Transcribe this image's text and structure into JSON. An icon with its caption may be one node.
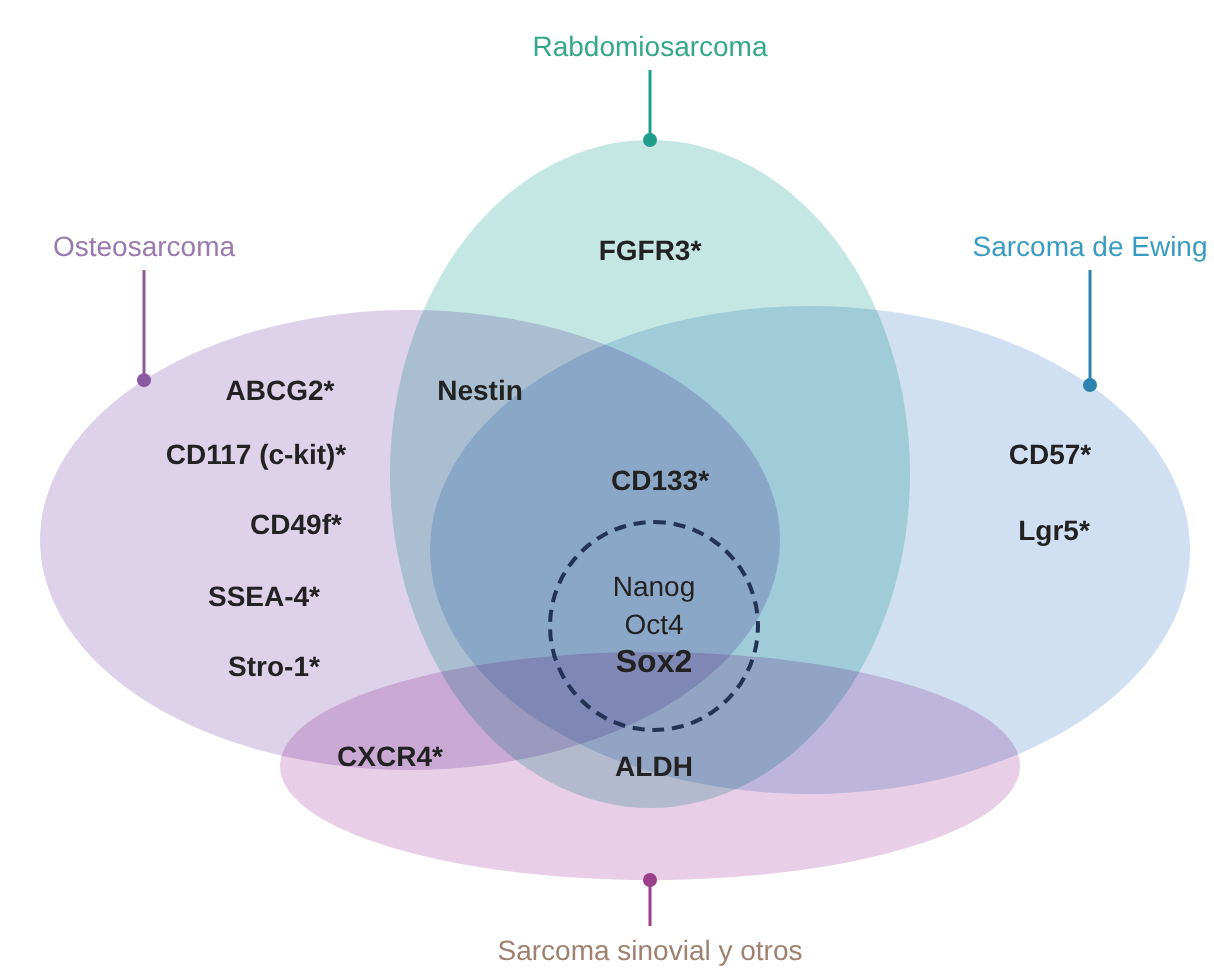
{
  "diagram": {
    "nodes": [
      {
        "text": [
          "Osteosarcoma"
        ]
      },
      {
        "text": [],
        "shape": "ellipse"
      },
      {
        "text": [
          "Rabdomiosarcoma"
        ]
      },
      {
        "text": [],
        "shape": "ellipse"
      },
      {
        "text": [
          "Sarcoma de Ewing"
        ]
      },
      {
        "text": [],
        "shape": "ellipse"
      },
      {
        "text": [
          "Sarcoma sinovial y otros"
        ]
      },
      {
        "text": [],
        "shape": "ellipse"
      },
      {
        "text": [
          "Nanog",
          "Oct4",
          "Sox2"
        ]
      }
    ],
    "edges": [
      {
        "from": 0,
        "to": 1,
        "arrow": "other",
        "color": "#8a5aa0"
      },
      {
        "from": 2,
        "to": 3,
        "arrow": "other",
        "color": "#1f9e8c"
      },
      {
        "from": 4,
        "to": 5,
        "arrow": "other",
        "color": "#2d83ad"
      },
      {
        "from": 6,
        "to": 7,
        "arrow": "other",
        "color": "#9a3f8a"
      }
    ],
    "labels": [
      "FGFR3*",
      "ABCG2*",
      "Nestin",
      "CD117 (c-kit)*",
      "CD133*",
      "CD57*",
      "CD49f*",
      "Lgr5*",
      "SSEA-4*",
      "Stro-1*",
      "CXCR4*",
      "ALDH"
    ]
  }
}
